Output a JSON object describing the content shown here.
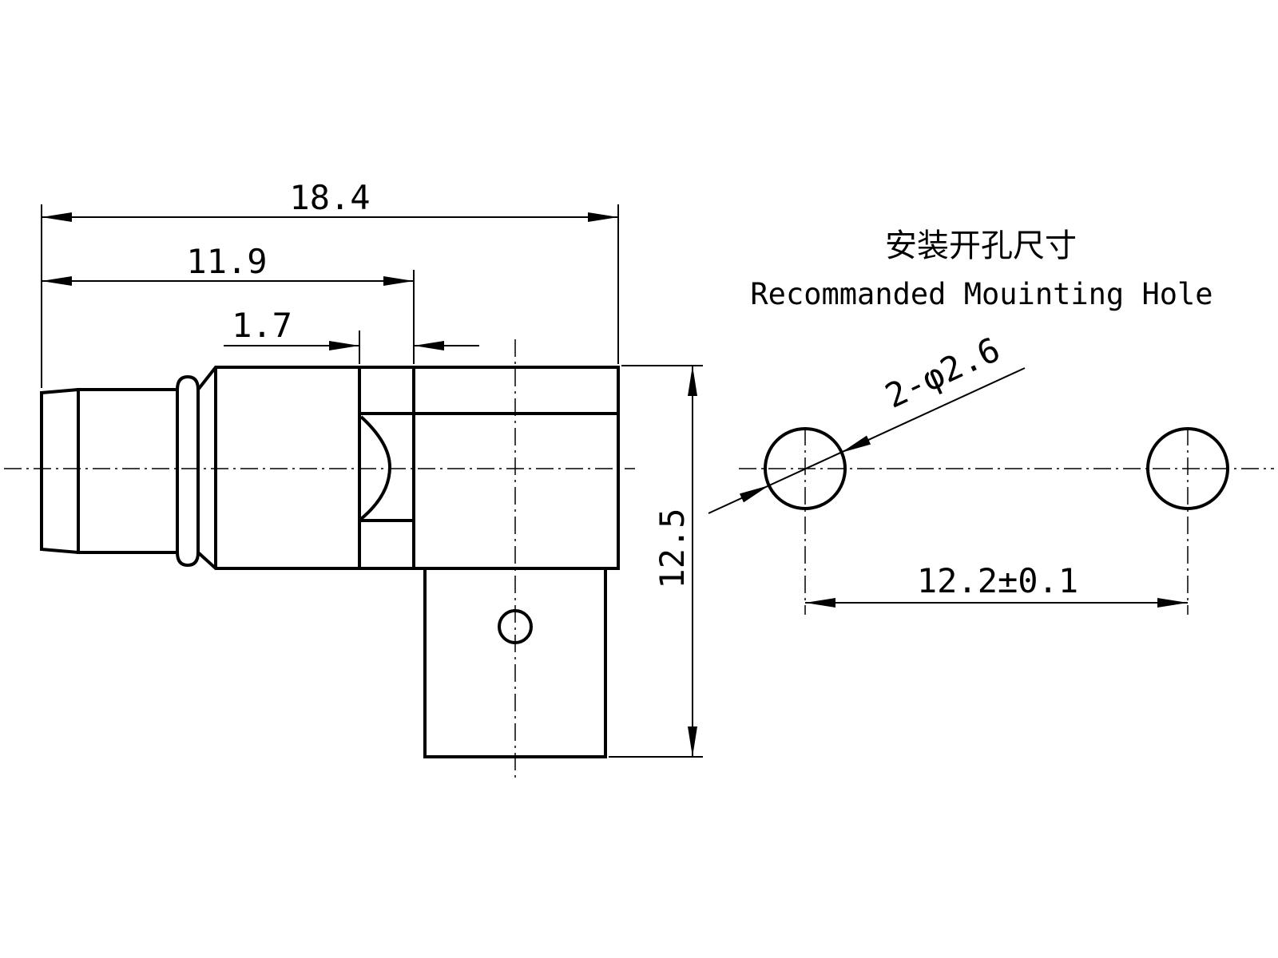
{
  "title": {
    "chinese": "安装开孔尺寸",
    "english": "Recommanded Mouinting Hole"
  },
  "dimensions": {
    "overall_length": "18.4",
    "body_length": "11.9",
    "flange_width": "1.7",
    "height": "12.5",
    "hole_diameter": "2-φ2.6",
    "hole_spacing": "12.2±0.1"
  }
}
